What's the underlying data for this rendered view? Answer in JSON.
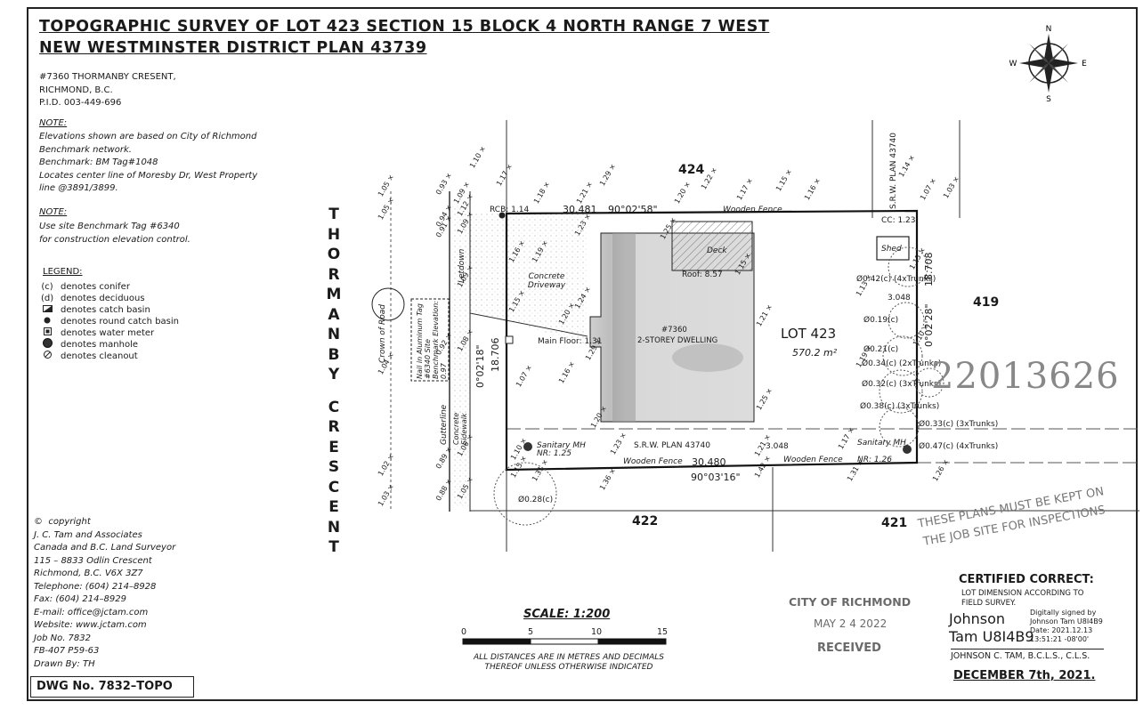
{
  "title": {
    "line1": "TOPOGRAPHIC SURVEY OF LOT 423 SECTION 15 BLOCK 4 NORTH RANGE 7 WEST",
    "line2": "NEW WESTMINSTER DISTRICT PLAN 43739"
  },
  "address": [
    "#7360 THORMANBY CRESENT,",
    "RICHMOND, B.C.",
    "P.I.D. 003-449-696"
  ],
  "note1": {
    "heading": "NOTE:",
    "lines": [
      "Elevations shown are based on City of Richmond",
      "Benchmark network.",
      "Benchmark: BM Tag#1048",
      "Locates center line of Moresby Dr, West Property",
      "line @3891/3899."
    ]
  },
  "note2": {
    "heading": "NOTE:",
    "lines": [
      "Use site Benchmark Tag #6340",
      "for construction elevation control."
    ]
  },
  "legend": {
    "heading": "LEGEND:",
    "items": [
      {
        "symbol": "(c)",
        "text": "denotes conifer"
      },
      {
        "symbol": "(d)",
        "text": "denotes deciduous"
      },
      {
        "symbol": "catch-basin-icon",
        "text": "denotes catch basin"
      },
      {
        "symbol": "round-catch-basin-icon",
        "text": "denotes round catch basin"
      },
      {
        "symbol": "water-meter-icon",
        "text": "denotes water meter"
      },
      {
        "symbol": "manhole-icon",
        "text": "denotes manhole"
      },
      {
        "symbol": "cleanout-icon",
        "text": "denotes cleanout"
      }
    ]
  },
  "copyright": {
    "heading": "copyright",
    "lines": [
      "J. C. Tam and Associates",
      "Canada and B.C. Land Surveyor",
      "115 – 8833  Odlin Crescent",
      "Richmond, B.C. V6X 3Z7",
      "Telephone: (604) 214–8928",
      "Fax: (604) 214–8929",
      "E-mail: office@jctam.com",
      "Website: www.jctam.com",
      "Job No. 7832",
      "FB-407 P59-63",
      "Drawn By: TH"
    ]
  },
  "dwg_no": "DWG No. 7832–TOPO",
  "street_name": "THORMANBY CRESCENT",
  "compass": {
    "n": "N",
    "s": "S",
    "e": "E",
    "w": "W"
  },
  "plan": {
    "lot_north": "424",
    "lot_east": "419",
    "lot_south_left": "422",
    "lot_south_right": "421",
    "lot_label": "LOT 423",
    "lot_area": "570.2 m²",
    "dwelling_no": "#7360",
    "dwelling": "2-STOREY DWELLING",
    "main_floor": "Main Floor: 1.31",
    "deck": "Deck",
    "roof": "Roof: 8.57",
    "driveway": "Concrete Driveway",
    "shed": "Shed",
    "north_dim": "30.481",
    "north_bearing": "90°02'58\"",
    "south_dim": "30.480",
    "south_bearing": "90°03'16\"",
    "west_dim": "18.706",
    "west_bearing": "0°02'18\"",
    "east_dim": "18.708",
    "east_bearing": "0°02'28\"",
    "srw_south": "S.R.W. PLAN 43740",
    "srw_east": "S.R.W. PLAN 43740",
    "wooden_fence": "Wooden Fence",
    "rcb": "RCB: 1.14",
    "cc": "CC: 1.23",
    "sanitary_left": "Sanitary MH",
    "sanitary_left_nr": "NR: 1.25",
    "sanitary_right": "Sanitary MH",
    "sanitary_right_nr": "NR: 1.26",
    "benchmark_nail": "Nail in Aluminum Tag #6340 Site Benchmark Elevation: 0.97",
    "crown_of_road": "Crown of Road",
    "gutterline": "Gutterline",
    "sidewalk": "Concrete Sidewalk",
    "letdown": "Letdown",
    "dim_3048_top": "3.048",
    "dim_3048_bottom": "3.048",
    "tree_sw": "Ø0.28(c)",
    "trees_east": [
      "Ø0.42(c) (4xTrunks)",
      "Ø0.19(c)",
      "Ø0.21(c)",
      "Ø0.34(c) (2xTrunks)",
      "Ø0.32(c) (3xTrunks)",
      "Ø0.38(c) (3xTrunks)",
      "Ø0.33(c) (3xTrunks)",
      "Ø0.47(c) (4xTrunks)"
    ],
    "elevations_west": [
      "1.05",
      "1.05",
      "1.04",
      "1.02",
      "1.03",
      "0.93",
      "0.94",
      "0.91",
      "0.92",
      "0.89",
      "0.88",
      "1.10",
      "1.09",
      "1.09",
      "1.12",
      "1.09",
      "1.08",
      "1.06",
      "1.05"
    ],
    "elevations_north": [
      "1.17",
      "1.18",
      "1.21",
      "1.29",
      "1.20",
      "1.22",
      "1.17",
      "1.15",
      "1.16",
      "1.14",
      "1.07",
      "1.03"
    ],
    "elevations_inner": [
      "1.16",
      "1.19",
      "1.15",
      "1.23",
      "1.25",
      "1.24",
      "1.20",
      "1.29",
      "1.16",
      "1.07",
      "1.21",
      "1.15",
      "1.25",
      "1.13",
      "1.19",
      "1.10",
      "1.15"
    ],
    "elevations_south": [
      "1.10",
      "1.15",
      "1.31",
      "1.23",
      "1.36",
      "1.21",
      "1.42",
      "1.17",
      "1.31",
      "1.26",
      "1.20"
    ]
  },
  "stamp_number": "22013626",
  "warning": [
    "THESE PLANS MUST BE KEPT ON",
    "THE JOB SITE FOR INSPECTIONS"
  ],
  "city_stamp": {
    "city": "CITY OF RICHMOND",
    "date": "MAY 2 4 2022",
    "status": "RECEIVED"
  },
  "scale": {
    "title": "SCALE: 1:200",
    "ticks": [
      "0",
      "5",
      "10",
      "15"
    ],
    "note": [
      "ALL DISTANCES ARE IN METRES AND DECIMALS",
      "THEREOF UNLESS OTHERWISE INDICATED"
    ]
  },
  "certification": {
    "title": "CERTIFIED CORRECT:",
    "sub": [
      "LOT DIMENSION ACCORDING TO",
      "FIELD SURVEY."
    ],
    "signature_name": [
      "Johnson",
      "Tam U8I4B9"
    ],
    "signature_meta": [
      "Digitally signed by",
      "Johnson Tam U8I4B9",
      "Date: 2021.12.13",
      "13:51:21 -08'00'"
    ],
    "signatory": "JOHNSON C. TAM, B.C.L.S., C.L.S.",
    "date": "DECEMBER 7th, 2021."
  }
}
